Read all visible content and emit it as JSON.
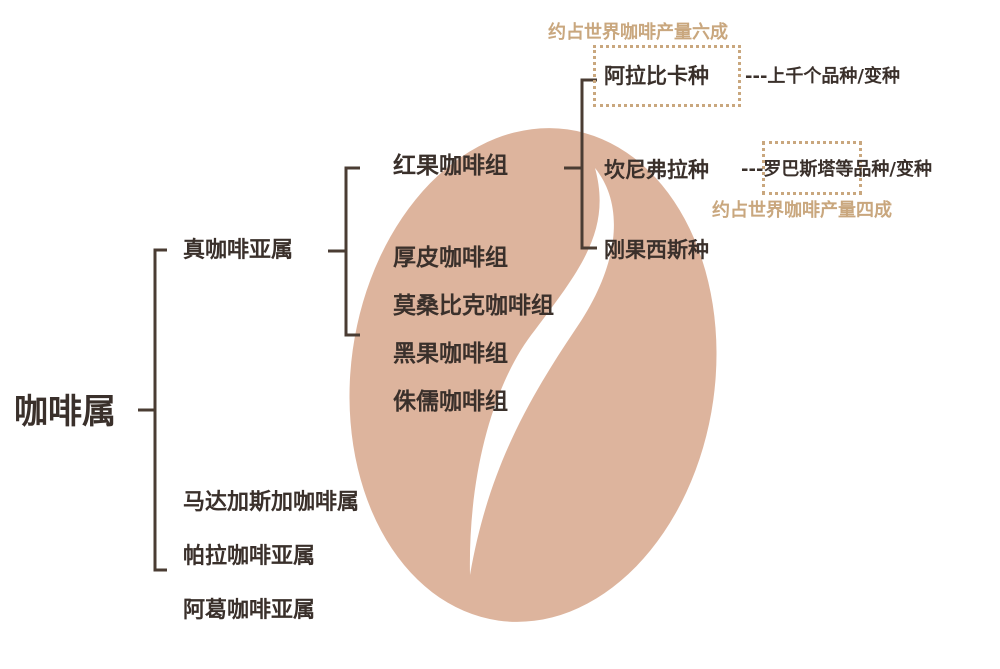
{
  "colors": {
    "bracket": "#4a3c33",
    "text": "#3a302b",
    "annotation": "#c9a77e",
    "bean": "#ddb49d",
    "bean_crease": "#ffffff"
  },
  "root": "咖啡属",
  "subgenera": {
    "true_coffee": "真咖啡亚属",
    "madagascar": "马达加斯加咖啡属",
    "para": "帕拉咖啡亚属",
    "age": "阿葛咖啡亚属"
  },
  "groups": {
    "red_fruit": "红果咖啡组",
    "thick_skin": "厚皮咖啡组",
    "mozambique": "莫桑比克咖啡组",
    "black_fruit": "黑果咖啡组",
    "pygmy": "侏儒咖啡组"
  },
  "species": {
    "arabica": "阿拉比卡种",
    "arabica_note": "---上千个品种/变种",
    "canephora": "坎尼弗拉种",
    "canephora_note_dash": "---",
    "robusta": "罗巴斯塔",
    "canephora_note_rest": "等品种/变种",
    "congensis": "刚果西斯种"
  },
  "annotations": {
    "arabica_share": "约占世界咖啡产量六成",
    "canephora_share": "约占世界咖啡产量四成"
  },
  "icons": {
    "background": "coffee-bean-icon"
  }
}
